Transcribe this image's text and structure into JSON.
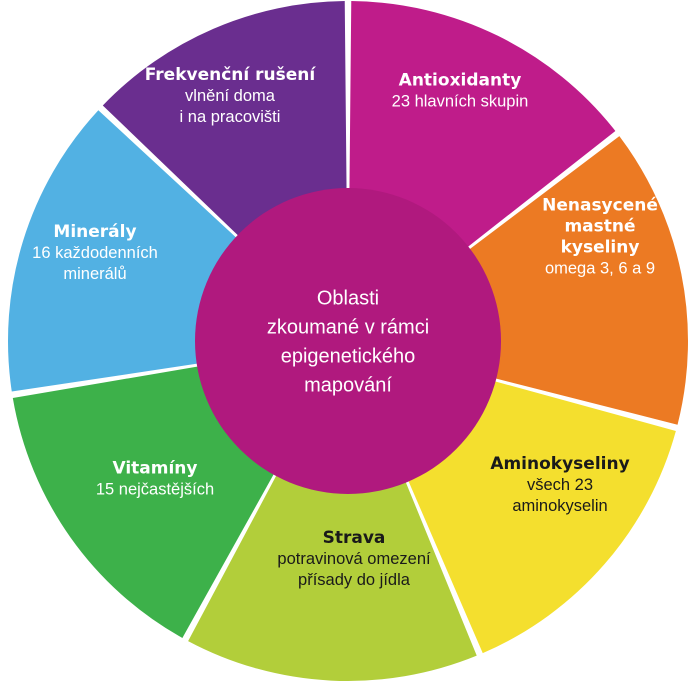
{
  "center": {
    "lines": [
      "Oblasti",
      "zkoumané v rámci",
      "epigenetického",
      "mapování"
    ],
    "color": "#b0197e"
  },
  "segments": [
    {
      "id": "antioxidanty",
      "title_lines": [
        "Antioxidanty"
      ],
      "sub_lines": [
        "23 hlavních skupin"
      ],
      "color": "#bf1c8a",
      "text_color": "#ffffff"
    },
    {
      "id": "mastne-kyseliny",
      "title_lines": [
        "Nenasycené",
        "mastné",
        "kyseliny"
      ],
      "sub_lines": [
        "omega 3, 6 a 9"
      ],
      "color": "#ec7a23",
      "text_color": "#ffffff"
    },
    {
      "id": "aminokyseliny",
      "title_lines": [
        "Aminokyseliny"
      ],
      "sub_lines": [
        "všech 23",
        "aminokyselin"
      ],
      "color": "#f4df2e",
      "text_color": "#1a1a1a"
    },
    {
      "id": "strava",
      "title_lines": [
        "Strava"
      ],
      "sub_lines": [
        "potravinová omezení",
        "přísady do jídla"
      ],
      "color": "#b2ce3a",
      "text_color": "#1a1a1a"
    },
    {
      "id": "vitaminy",
      "title_lines": [
        "Vitamíny"
      ],
      "sub_lines": [
        "15 nejčastějších"
      ],
      "color": "#3db14a",
      "text_color": "#ffffff"
    },
    {
      "id": "mineraly",
      "title_lines": [
        "Minerály"
      ],
      "sub_lines": [
        "16 každodenních",
        "minerálů"
      ],
      "color": "#52b1e3",
      "text_color": "#ffffff"
    },
    {
      "id": "frekvencni-ruseni",
      "title_lines": [
        "Frekvenční rušení"
      ],
      "sub_lines": [
        "vlnění doma",
        "i na pracovišti"
      ],
      "color": "#6a2e8f",
      "text_color": "#ffffff"
    }
  ]
}
